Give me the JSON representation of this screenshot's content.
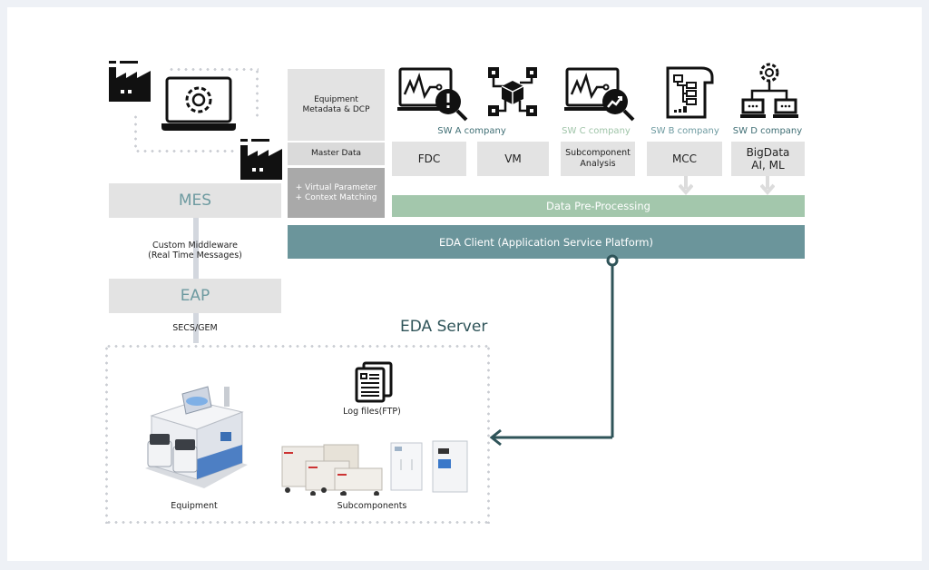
{
  "left": {
    "mes_label": "MES",
    "middleware_line1": "Custom Middleware",
    "middleware_line2": "(Real Time Messages)",
    "eap_label": "EAP",
    "secs_label": "SECS/GEM"
  },
  "metadata_column": {
    "equipment_metadata_line1": "Equipment",
    "equipment_metadata_line2": "Metadata & DCP",
    "master_data": "Master Data",
    "virtual_parameter": "+ Virtual Parameter",
    "context_matching": "+ Context Matching"
  },
  "software": [
    {
      "company": "SW A company",
      "company_color": "#3f6e74",
      "icon": "laptop-fdc-alert-icon"
    },
    {
      "company": "",
      "company_color": "#3f6e74",
      "icon": "cube-network-icon"
    },
    {
      "company": "SW C company",
      "company_color": "#9fc4a8",
      "icon": "laptop-trend-analysis-icon"
    },
    {
      "company": "SW B company",
      "company_color": "#6d9aa0",
      "icon": "document-flowchart-icon"
    },
    {
      "company": "SW D company",
      "company_color": "#3f6e74",
      "icon": "gear-network-computers-icon"
    }
  ],
  "tiles": {
    "fdc": "FDC",
    "vm": "VM",
    "subcomponent_line1": "Subcomponent",
    "subcomponent_line2": "Analysis",
    "mcc": "MCC",
    "bigdata_line1": "BigData",
    "bigdata_line2": "AI, ML"
  },
  "bars": {
    "preprocessing": "Data Pre-Processing",
    "eda_client": "EDA Client (Application Service Platform)"
  },
  "server": {
    "title": "EDA Server",
    "log_files": "Log files(FTP)",
    "equipment": "Equipment",
    "subcomponents": "Subcomponents"
  },
  "colors": {
    "teal_dark": "#2f5459",
    "teal_bar": "#6b959b",
    "green_bar": "#a3c7ac",
    "teal_text": "#6d9aa0"
  }
}
